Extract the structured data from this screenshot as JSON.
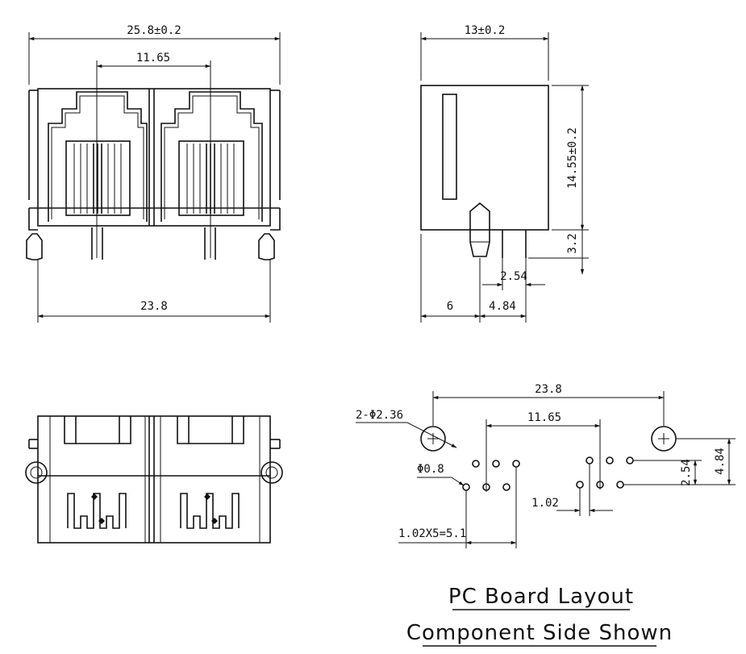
{
  "front_view": {
    "overall_width": "25.8±0.2",
    "port_pitch": "11.65",
    "mount_span": "23.8"
  },
  "side_view": {
    "depth": "13±0.2",
    "height": "14.55±0.2",
    "pin_length": "3.2",
    "row_spacing": "2.54",
    "front_offset": "6",
    "rear_offset": "4.84"
  },
  "pcb_layout": {
    "mount_span": "23.8",
    "mount_holes": "2-Φ2.36",
    "port_pitch": "11.65",
    "pin_hole": "Φ0.8",
    "pin_pitch": "1.02",
    "pin_run": "1.02X5=5.1",
    "row_spacing": "2.54",
    "row_to_mount": "4.84"
  },
  "captions": {
    "line1": "PC Board Layout",
    "line2": "Component Side Shown"
  }
}
